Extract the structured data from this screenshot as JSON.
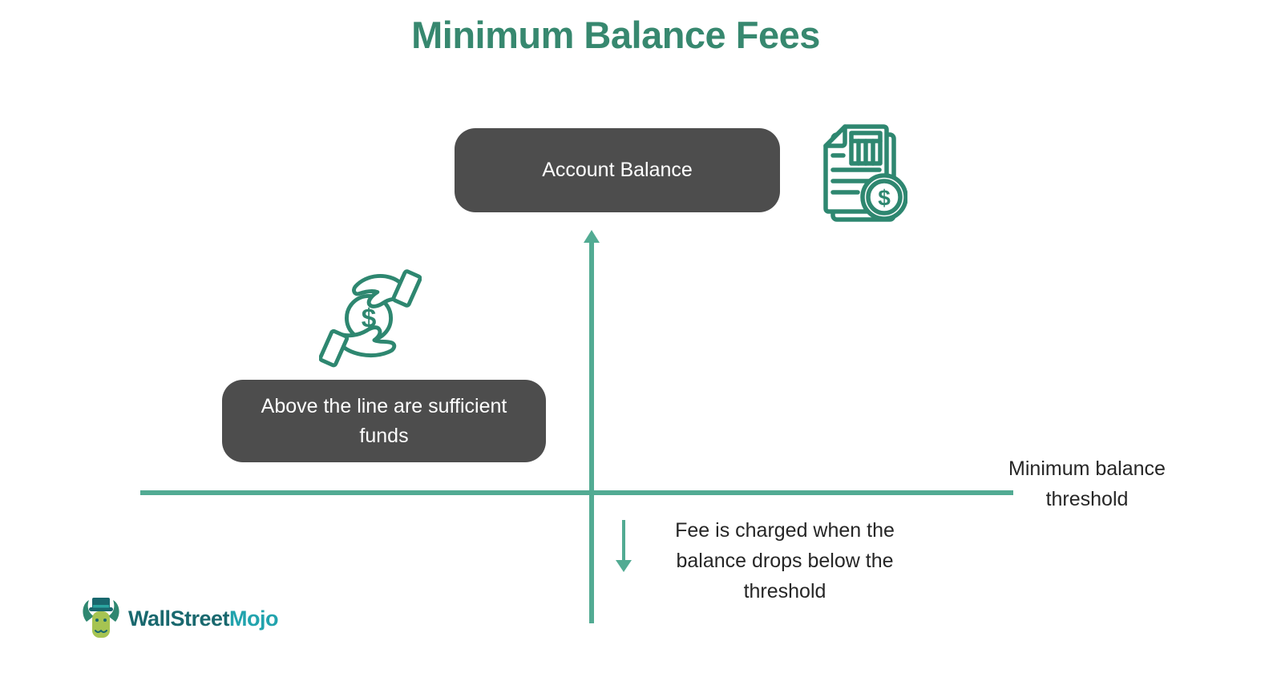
{
  "title": "Minimum Balance Fees",
  "diagram": {
    "account_box_label": "Account Balance",
    "above_box_label": "Above the line are sufficient funds",
    "fee_note": "Fee is charged when the balance drops below the threshold",
    "threshold_label": "Minimum balance threshold",
    "dollar_sign": "$"
  },
  "icons": {
    "invoice": "invoice-with-dollar-coin-icon",
    "hands": "hands-holding-coin-icon",
    "up_arrow": "up-arrow",
    "down_arrow": "down-arrow"
  },
  "logo": {
    "name_part1": "WallStreet",
    "name_part2": "Mojo"
  },
  "colors": {
    "title_teal": "#37886F",
    "icon_teal": "#2E8770",
    "line_teal": "#52AB93",
    "box_gray": "#4D4D4D",
    "text_dark": "#262626",
    "logo_dark": "#19686E",
    "logo_light": "#21A3AD"
  }
}
